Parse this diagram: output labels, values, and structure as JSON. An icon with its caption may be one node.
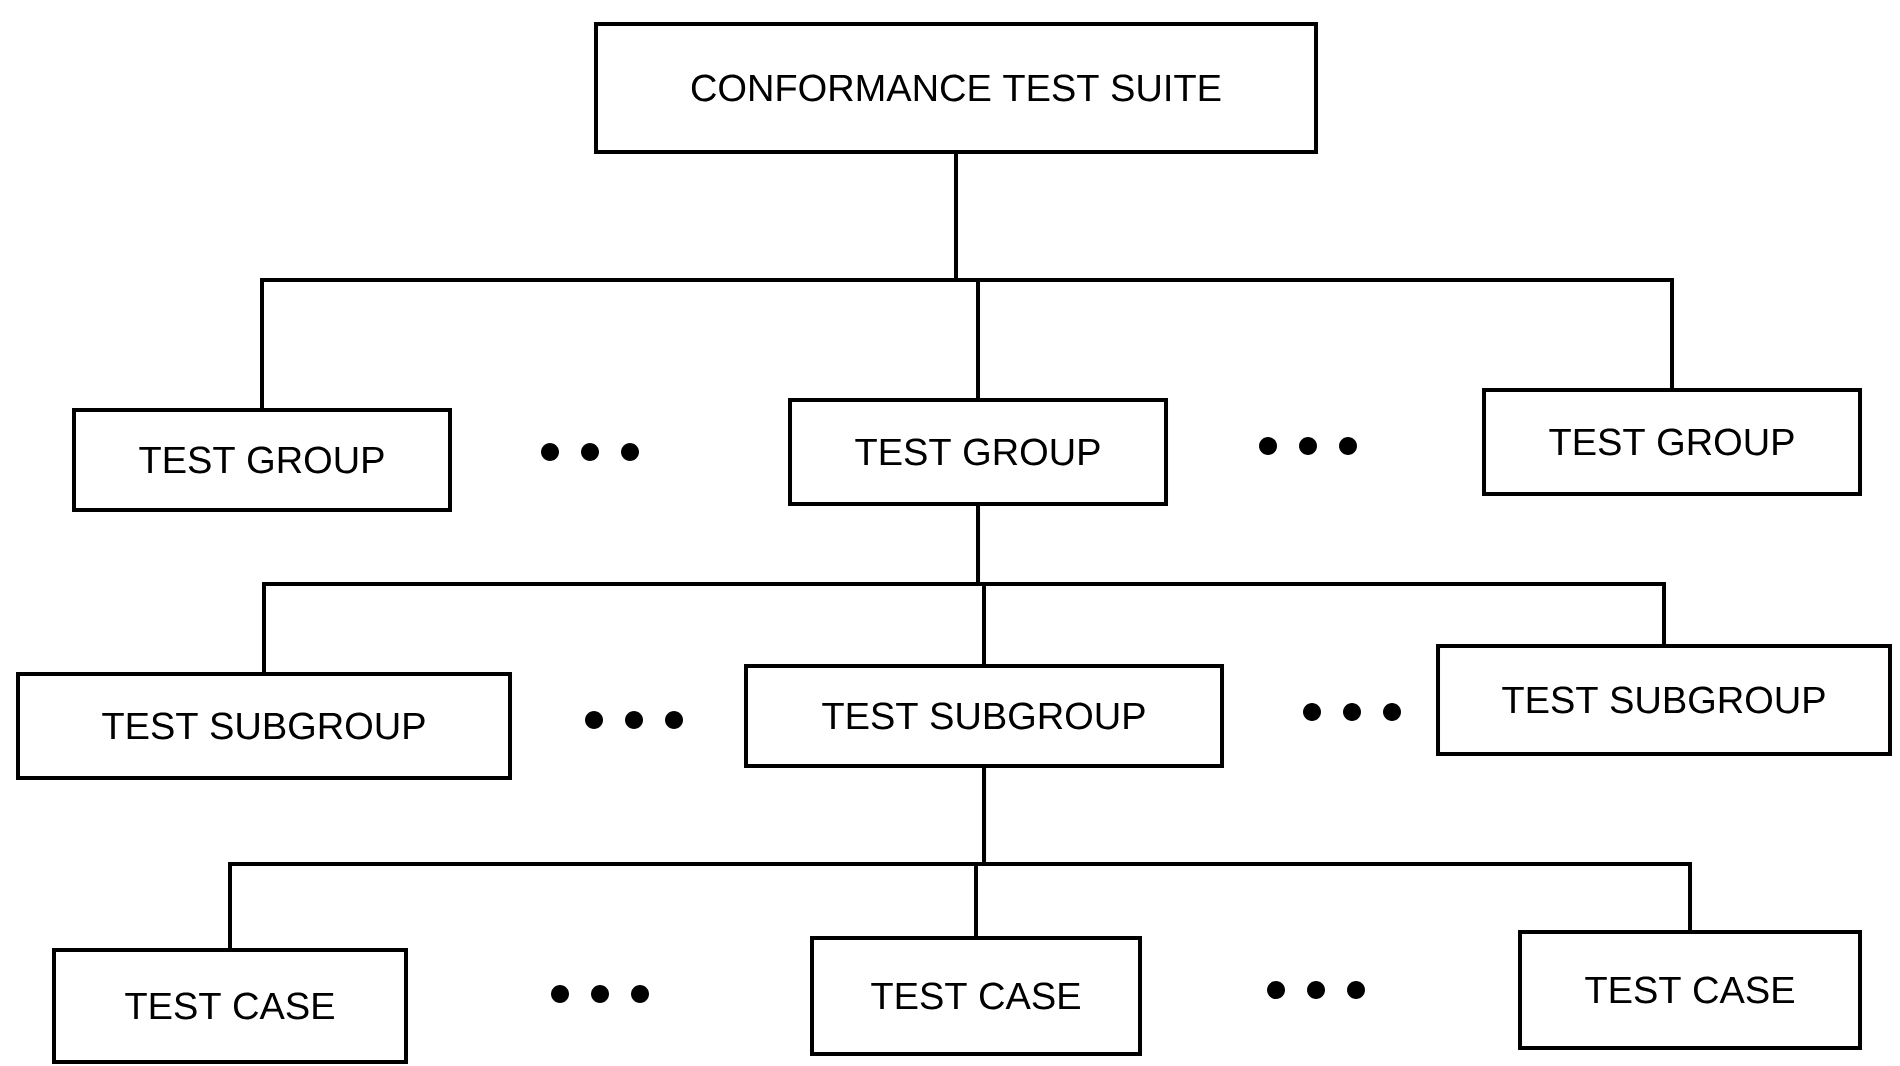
{
  "diagram": {
    "nodes": [
      {
        "text": [
          "CONFORMANCE TEST SUITE"
        ]
      },
      {
        "text": [
          "TEST GROUP"
        ]
      },
      {
        "text": [
          "TEST GROUP"
        ]
      },
      {
        "text": [
          "TEST GROUP"
        ]
      },
      {
        "text": [
          "TEST SUBGROUP"
        ]
      },
      {
        "text": [
          "TEST SUBGROUP"
        ]
      },
      {
        "text": [
          "TEST SUBGROUP"
        ]
      },
      {
        "text": [
          "TEST CASE"
        ]
      },
      {
        "text": [
          "TEST CASE"
        ]
      },
      {
        "text": [
          "TEST CASE"
        ]
      }
    ],
    "edges": [
      {
        "from": 0,
        "to": 1,
        "arrow": "none"
      },
      {
        "from": 0,
        "to": 2,
        "arrow": "none"
      },
      {
        "from": 0,
        "to": 3,
        "arrow": "none"
      },
      {
        "from": 2,
        "to": 4,
        "arrow": "none"
      },
      {
        "from": 2,
        "to": 5,
        "arrow": "none"
      },
      {
        "from": 2,
        "to": 6,
        "arrow": "none"
      },
      {
        "from": 5,
        "to": 7,
        "arrow": "none"
      },
      {
        "from": 5,
        "to": 8,
        "arrow": "none"
      },
      {
        "from": 5,
        "to": 9,
        "arrow": "none"
      }
    ]
  }
}
